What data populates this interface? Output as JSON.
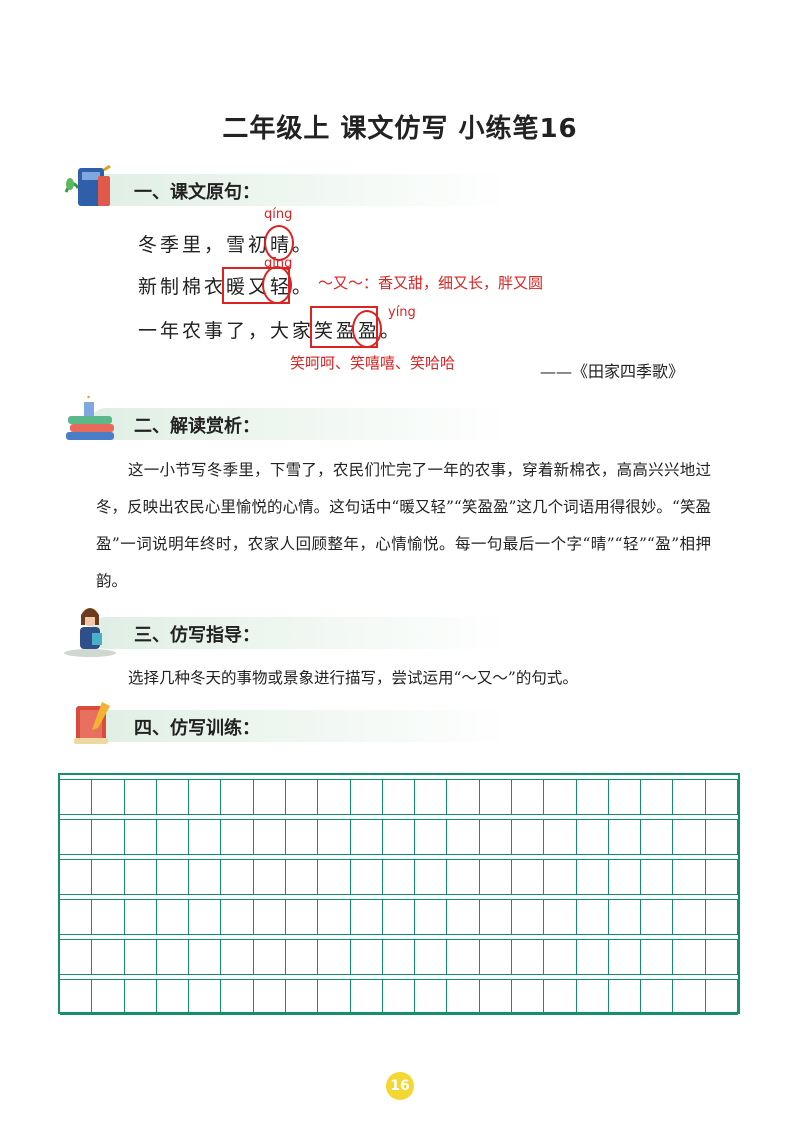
{
  "title": "二年级上  课文仿写  小练笔16",
  "sections": [
    {
      "label": "一、课文原句：",
      "icon": "books-icon"
    },
    {
      "label": "二、解读赏析：",
      "icon": "book-stack-icon"
    },
    {
      "label": "三、仿写指导：",
      "icon": "teacher-icon"
    },
    {
      "label": "四、仿写训练：",
      "icon": "notebook-pen-icon"
    }
  ],
  "poem": {
    "line1": {
      "pre": "冬季里，雪初",
      "key": "晴",
      "post": "。",
      "pinyin": "qíng"
    },
    "line2": {
      "pre": "新制棉衣",
      "phrase_a": "暖又",
      "key": "轻",
      "post": "。",
      "pinyin": "qīng",
      "note": "～又～：香又甜，细又长，胖又圆"
    },
    "line3": {
      "pre": "一年农事了，大家",
      "phrase_a": "笑盈",
      "key": "盈",
      "post": "。",
      "pinyin": "yíng",
      "note": "笑呵呵、笑嘻嘻、笑哈哈"
    },
    "source": "——《田家四季歌》"
  },
  "analysis": "这一小节写冬季里，下雪了，农民们忙完了一年的农事，穿着新棉衣，高高兴兴地过冬，反映出农民心里愉悦的心情。这句话中“暖又轻”“笑盈盈”这几个词语用得很妙。“笑盈盈”一词说明年终时，农家人回顾整年，心情愉悦。每一句最后一个字“晴”“轻”“盈”相押韵。",
  "guide": "选择几种冬天的事物或景象进行描写，尝试运用“～又～”的句式。",
  "writing_grid": {
    "rows": 6,
    "columns": 21
  },
  "page_number": "16",
  "colors": {
    "accent_red": "#d22222",
    "grid_green": "#138f6b",
    "page_badge": "#f4d730"
  }
}
